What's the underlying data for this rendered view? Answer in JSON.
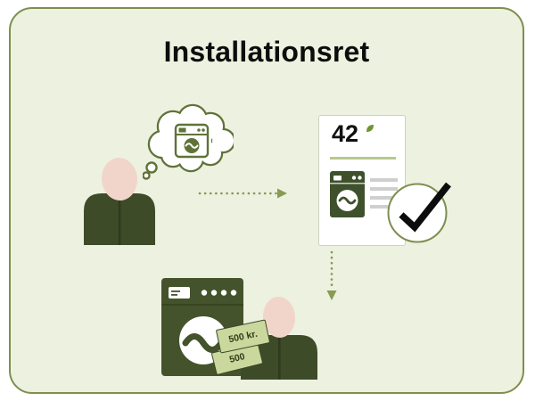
{
  "title": "Installationsret",
  "document": {
    "energy_value": "42"
  },
  "money": {
    "bill_front": "500 kr.",
    "bill_back": "500"
  },
  "icons": {
    "thought_bubble": "thought-bubble",
    "washing_machine_outline": "washing-machine-outline",
    "washing_machine_filled": "washing-machine-filled",
    "big_washing_machine": "washing-machine",
    "checkmark": "check",
    "arrow_right": "dotted-arrow-right",
    "arrow_down": "dotted-arrow-down",
    "leaf": "leaf"
  },
  "colors": {
    "card_background": "#edf1e0",
    "card_border": "#7e8f4e",
    "dark_green": "#3f4d28",
    "olive": "#5f7339",
    "skin": "#f2d5ca",
    "money_green": "#cbd89d",
    "arrow_green": "#879b52",
    "leaf_green": "#6f9431",
    "line_gray": "#cfcfcf",
    "check_black": "#0c0c0c"
  }
}
